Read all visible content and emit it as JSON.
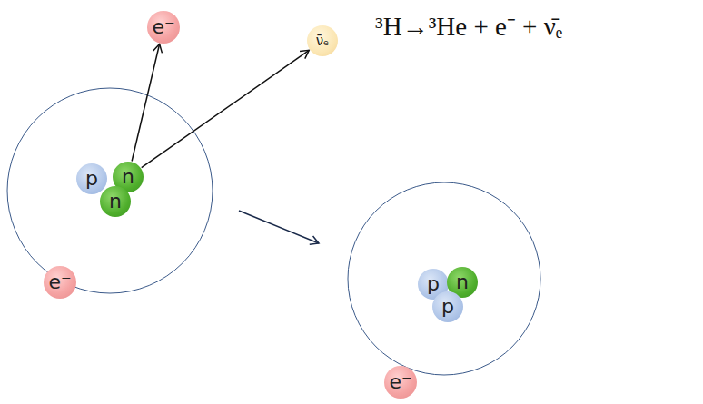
{
  "diagram": {
    "nodes": [
      {
        "text": [
          "e⁻"
        ]
      },
      {
        "text": [
          "ν̄ₑ"
        ]
      },
      {
        "text": [
          "p"
        ]
      },
      {
        "text": [
          "n"
        ]
      },
      {
        "text": [
          "n"
        ]
      },
      {
        "text": [
          "e⁻"
        ]
      },
      {
        "text": [
          "p"
        ]
      },
      {
        "text": [
          "n"
        ]
      },
      {
        "text": [
          "p"
        ]
      },
      {
        "text": [
          "e⁻"
        ]
      }
    ],
    "edges": [
      {
        "from": 3,
        "to": 0,
        "arrow": "to"
      },
      {
        "from": 3,
        "to": 1,
        "arrow": "to"
      }
    ],
    "labels": [
      "³H→³He + e⁻ + ν̄ₑ"
    ]
  }
}
